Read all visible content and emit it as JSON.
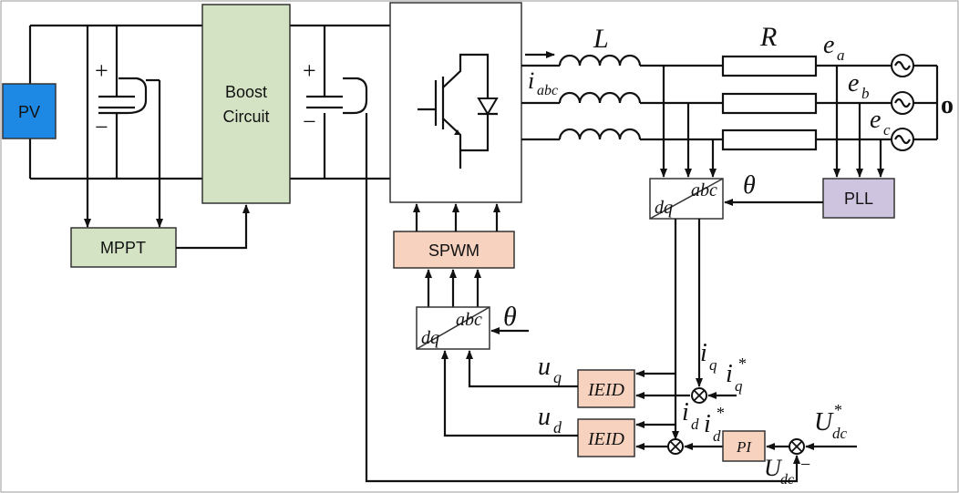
{
  "colors": {
    "pv": "#1e88e5",
    "green": "#d5e3c5",
    "salmon": "#f6d2bf",
    "purple": "#cfc4e0",
    "wire": "#111111"
  },
  "blocks": {
    "pv": "PV",
    "boost_line1": "Boost",
    "boost_line2": "Circuit",
    "mppt": "MPPT",
    "spwm": "SPWM",
    "pll": "PLL",
    "pi": "PI",
    "ieid_q": "IEID",
    "ieid_d": "IEID"
  },
  "transforms": {
    "top": {
      "dq": "dq",
      "abc": "abc"
    },
    "bottom": {
      "dq": "dq",
      "abc": "abc"
    }
  },
  "labels": {
    "L": "L",
    "R": "R",
    "i_abc_main": "i",
    "i_abc_sub": "abc",
    "ea_main": "e",
    "ea_sub": "a",
    "eb_main": "e",
    "eb_sub": "b",
    "ec_main": "e",
    "ec_sub": "c",
    "o": "o",
    "theta_top": "θ",
    "theta_bottom": "θ",
    "uq_main": "u",
    "uq_sub": "q",
    "ud_main": "u",
    "ud_sub": "d",
    "iq_main": "i",
    "iq_sub": "q",
    "iqs_main": "i",
    "iqs_sub": "q",
    "iqs_sup": "*",
    "id_main": "i",
    "id_sub": "d",
    "ids_main": "i",
    "ids_sub": "d",
    "ids_sup": "*",
    "udcs_main": "U",
    "udcs_sub": "dc",
    "udcs_sup": "*",
    "udc_main": "U",
    "udc_sub": "dc",
    "minus": "−",
    "cap_plus": "+",
    "cap_minus": "−"
  }
}
